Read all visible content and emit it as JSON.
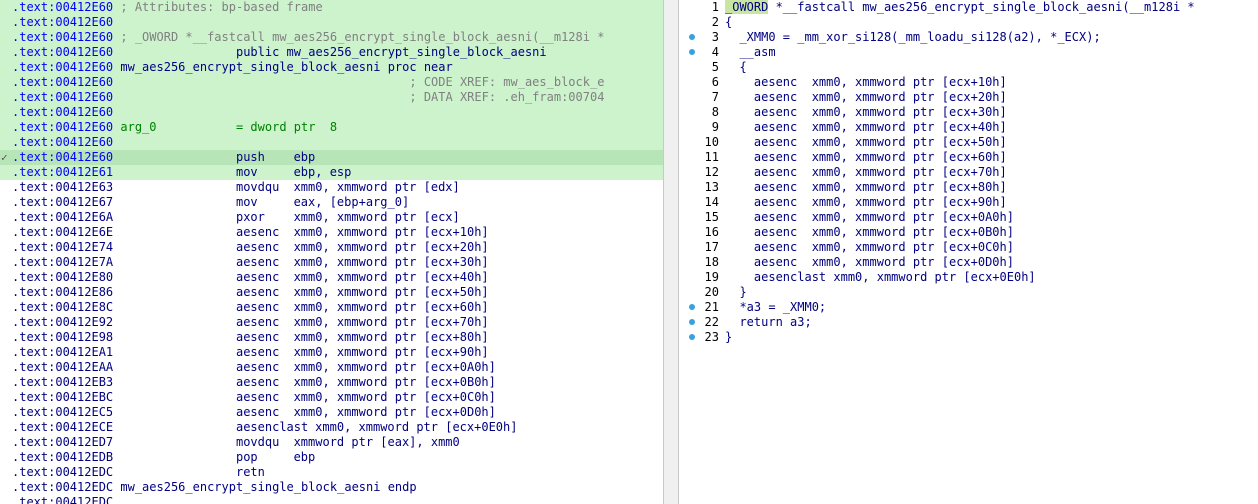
{
  "disasm": {
    "header_lines": [
      {
        "addr": ".text:00412E60",
        "text": " ; Attributes: bp-based frame",
        "kind": "comment"
      },
      {
        "addr": ".text:00412E60",
        "text": "",
        "kind": "blank"
      },
      {
        "addr": ".text:00412E60",
        "text": " ; _OWORD *__fastcall mw_aes256_encrypt_single_block_aesni(__m128i *",
        "kind": "comment"
      },
      {
        "addr": ".text:00412E60",
        "text": "                 public mw_aes256_encrypt_single_block_aesni",
        "kind": "code"
      },
      {
        "addr": ".text:00412E60",
        "text": " mw_aes256_encrypt_single_block_aesni proc near",
        "kind": "code"
      },
      {
        "addr": ".text:00412E60",
        "text": "                                         ; CODE XREF: mw_aes_block_e",
        "kind": "comment"
      },
      {
        "addr": ".text:00412E60",
        "text": "                                         ; DATA XREF: .eh_fram:00704",
        "kind": "comment"
      },
      {
        "addr": ".text:00412E60",
        "text": "",
        "kind": "blank"
      },
      {
        "addr": ".text:00412E60",
        "text": " arg_0           = dword ptr  8",
        "kind": "arg"
      },
      {
        "addr": ".text:00412E60",
        "text": "",
        "kind": "blank"
      }
    ],
    "instructions": [
      {
        "addr": ".text:00412E60",
        "mnem": "push",
        "ops": "ebp",
        "state": "current"
      },
      {
        "addr": ".text:00412E61",
        "mnem": "mov",
        "ops": "ebp, esp",
        "state": "hl"
      },
      {
        "addr": ".text:00412E63",
        "mnem": "movdqu",
        "ops": "xmm0, xmmword ptr [edx]",
        "state": ""
      },
      {
        "addr": ".text:00412E67",
        "mnem": "mov",
        "ops": "eax, [ebp+arg_0]",
        "state": ""
      },
      {
        "addr": ".text:00412E6A",
        "mnem": "pxor",
        "ops": "xmm0, xmmword ptr [ecx]",
        "state": ""
      },
      {
        "addr": ".text:00412E6E",
        "mnem": "aesenc",
        "ops": "xmm0, xmmword ptr [ecx+10h]",
        "state": ""
      },
      {
        "addr": ".text:00412E74",
        "mnem": "aesenc",
        "ops": "xmm0, xmmword ptr [ecx+20h]",
        "state": ""
      },
      {
        "addr": ".text:00412E7A",
        "mnem": "aesenc",
        "ops": "xmm0, xmmword ptr [ecx+30h]",
        "state": ""
      },
      {
        "addr": ".text:00412E80",
        "mnem": "aesenc",
        "ops": "xmm0, xmmword ptr [ecx+40h]",
        "state": ""
      },
      {
        "addr": ".text:00412E86",
        "mnem": "aesenc",
        "ops": "xmm0, xmmword ptr [ecx+50h]",
        "state": ""
      },
      {
        "addr": ".text:00412E8C",
        "mnem": "aesenc",
        "ops": "xmm0, xmmword ptr [ecx+60h]",
        "state": ""
      },
      {
        "addr": ".text:00412E92",
        "mnem": "aesenc",
        "ops": "xmm0, xmmword ptr [ecx+70h]",
        "state": ""
      },
      {
        "addr": ".text:00412E98",
        "mnem": "aesenc",
        "ops": "xmm0, xmmword ptr [ecx+80h]",
        "state": ""
      },
      {
        "addr": ".text:00412EA1",
        "mnem": "aesenc",
        "ops": "xmm0, xmmword ptr [ecx+90h]",
        "state": ""
      },
      {
        "addr": ".text:00412EAA",
        "mnem": "aesenc",
        "ops": "xmm0, xmmword ptr [ecx+0A0h]",
        "state": ""
      },
      {
        "addr": ".text:00412EB3",
        "mnem": "aesenc",
        "ops": "xmm0, xmmword ptr [ecx+0B0h]",
        "state": ""
      },
      {
        "addr": ".text:00412EBC",
        "mnem": "aesenc",
        "ops": "xmm0, xmmword ptr [ecx+0C0h]",
        "state": ""
      },
      {
        "addr": ".text:00412EC5",
        "mnem": "aesenc",
        "ops": "xmm0, xmmword ptr [ecx+0D0h]",
        "state": ""
      },
      {
        "addr": ".text:00412ECE",
        "mnem": "aesenclast",
        "ops": "xmm0, xmmword ptr [ecx+0E0h]",
        "state": ""
      },
      {
        "addr": ".text:00412ED7",
        "mnem": "movdqu",
        "ops": "xmmword ptr [eax], xmm0",
        "state": ""
      },
      {
        "addr": ".text:00412EDB",
        "mnem": "pop",
        "ops": "ebp",
        "state": ""
      },
      {
        "addr": ".text:00412EDC",
        "mnem": "retn",
        "ops": "",
        "state": ""
      }
    ],
    "footer_lines": [
      {
        "addr": ".text:00412EDC",
        "text": " mw_aes256_encrypt_single_block_aesni endp"
      },
      {
        "addr": ".text:00412EDC",
        "text": ""
      }
    ]
  },
  "pseudocode": {
    "lines": [
      {
        "n": "1",
        "dot": false,
        "text": "_OWORD *__fastcall mw_aes256_encrypt_single_block_aesni(__m128i *"
      },
      {
        "n": "2",
        "dot": false,
        "text": "{"
      },
      {
        "n": "3",
        "dot": true,
        "text": "  _XMM0 = _mm_xor_si128(_mm_loadu_si128(a2), *_ECX);"
      },
      {
        "n": "4",
        "dot": true,
        "text": "  __asm"
      },
      {
        "n": "5",
        "dot": false,
        "text": "  {"
      },
      {
        "n": "6",
        "dot": false,
        "text": "    aesenc  xmm0, xmmword ptr [ecx+10h]"
      },
      {
        "n": "7",
        "dot": false,
        "text": "    aesenc  xmm0, xmmword ptr [ecx+20h]"
      },
      {
        "n": "8",
        "dot": false,
        "text": "    aesenc  xmm0, xmmword ptr [ecx+30h]"
      },
      {
        "n": "9",
        "dot": false,
        "text": "    aesenc  xmm0, xmmword ptr [ecx+40h]"
      },
      {
        "n": "10",
        "dot": false,
        "text": "    aesenc  xmm0, xmmword ptr [ecx+50h]"
      },
      {
        "n": "11",
        "dot": false,
        "text": "    aesenc  xmm0, xmmword ptr [ecx+60h]"
      },
      {
        "n": "12",
        "dot": false,
        "text": "    aesenc  xmm0, xmmword ptr [ecx+70h]"
      },
      {
        "n": "13",
        "dot": false,
        "text": "    aesenc  xmm0, xmmword ptr [ecx+80h]"
      },
      {
        "n": "14",
        "dot": false,
        "text": "    aesenc  xmm0, xmmword ptr [ecx+90h]"
      },
      {
        "n": "15",
        "dot": false,
        "text": "    aesenc  xmm0, xmmword ptr [ecx+0A0h]"
      },
      {
        "n": "16",
        "dot": false,
        "text": "    aesenc  xmm0, xmmword ptr [ecx+0B0h]"
      },
      {
        "n": "17",
        "dot": false,
        "text": "    aesenc  xmm0, xmmword ptr [ecx+0C0h]"
      },
      {
        "n": "18",
        "dot": false,
        "text": "    aesenc  xmm0, xmmword ptr [ecx+0D0h]"
      },
      {
        "n": "19",
        "dot": false,
        "text": "    aesenclast xmm0, xmmword ptr [ecx+0E0h]"
      },
      {
        "n": "20",
        "dot": false,
        "text": "  }"
      },
      {
        "n": "21",
        "dot": true,
        "text": "  *a3 = _XMM0;"
      },
      {
        "n": "22",
        "dot": true,
        "text": "  return a3;"
      },
      {
        "n": "23",
        "dot": true,
        "text": "}"
      }
    ]
  },
  "colors": {
    "highlight_bg": "#cdf3cd",
    "current_line_bg": "#b8e5b8",
    "keyword_blue": "#000080",
    "comment_grey": "#808080",
    "breakpoint_dot": "#3aa0e0"
  }
}
